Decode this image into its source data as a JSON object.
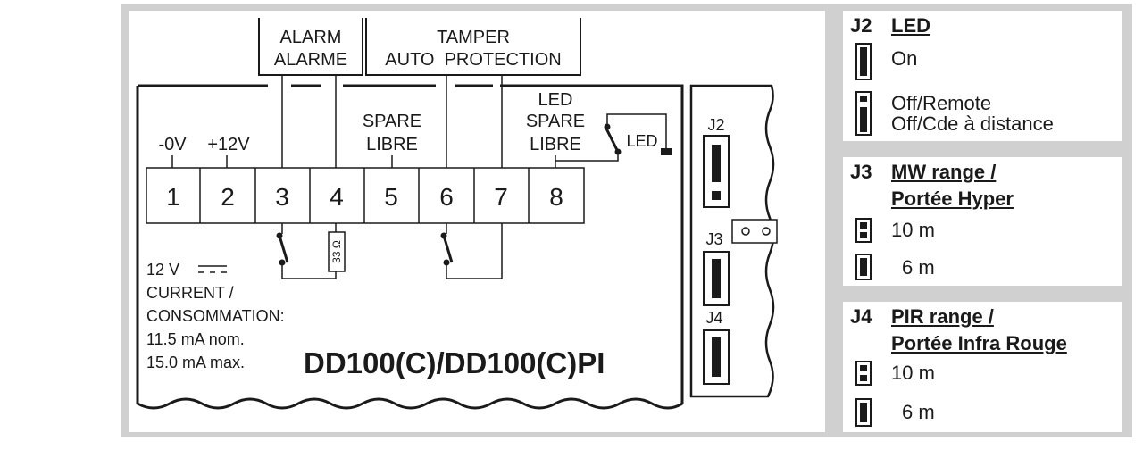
{
  "groups": {
    "alarm": [
      "ALARM",
      "ALARME"
    ],
    "tamper_title": "TAMPER",
    "tamper_sub": "AUTO  PROTECTION"
  },
  "terminals": {
    "numbers": [
      "1",
      "2",
      "3",
      "4",
      "5",
      "6",
      "7",
      "8"
    ],
    "label_0v": "-0V",
    "label_12v": "+12V",
    "spare": [
      "SPARE",
      "LIBRE"
    ],
    "led_spare": [
      "LED",
      "SPARE",
      "LIBRE"
    ],
    "led_label": "LED",
    "resistor": "33 Ω"
  },
  "specs": {
    "voltage": "12 V",
    "current": [
      "CURRENT /",
      "CONSOMMATION:"
    ],
    "nominal": "11.5 mA nom.",
    "max": "15.0 mA max.",
    "model": "DD100(C)/DD100(C)PI"
  },
  "jumpers": {
    "j2": "J2",
    "j3": "J3",
    "j4": "J4"
  },
  "legend": {
    "j2": {
      "id": "J2",
      "title": "LED",
      "on": "On",
      "off": [
        "Off/Remote",
        "Off/Cde à distance"
      ]
    },
    "j3": {
      "id": "J3",
      "title": [
        "MW range /",
        "Portée Hyper"
      ],
      "opt1": "10 m",
      "opt2": "6 m"
    },
    "j4": {
      "id": "J4",
      "title": [
        "PIR range /",
        "Portée Infra Rouge"
      ],
      "opt1": "10 m",
      "opt2": "6 m"
    }
  }
}
